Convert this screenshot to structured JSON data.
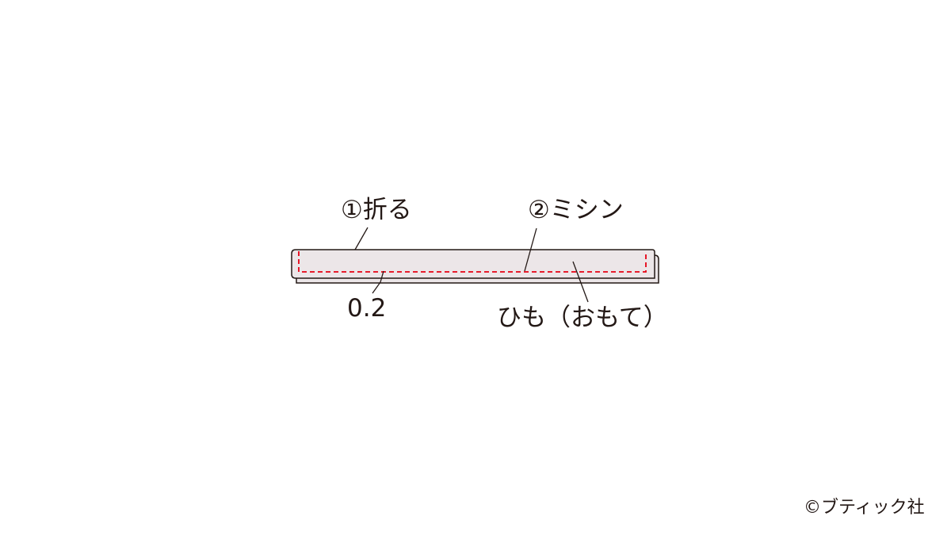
{
  "labels": {
    "fold": "①折る",
    "stitch": "②ミシン",
    "seam_allowance": "0.2",
    "strap_right_side": "ひも（おもて）"
  },
  "copyright": "©ブティック社",
  "colors": {
    "fabric_fill": "#ece6e8",
    "outline": "#231815",
    "stitch_line": "#e60012",
    "text": "#231815"
  }
}
